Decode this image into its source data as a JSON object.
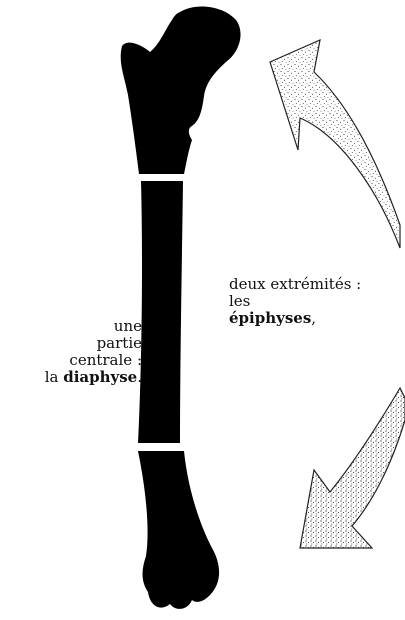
{
  "labels": {
    "diaphysis": {
      "line1": "une",
      "line2": "partie",
      "line3": "centrale :",
      "line4_prefix": "la ",
      "line4_bold": "diaphyse",
      "line4_suffix": "."
    },
    "epiphyses": {
      "line1": "deux extrémités :",
      "line2": "les",
      "line3_bold": "épiphyses",
      "line3_suffix": ","
    }
  },
  "colors": {
    "bone": "#000000",
    "arrow_stroke": "#222222",
    "arrow_fill": "#ffffff",
    "stipple": "#222222",
    "text": "#111111"
  }
}
